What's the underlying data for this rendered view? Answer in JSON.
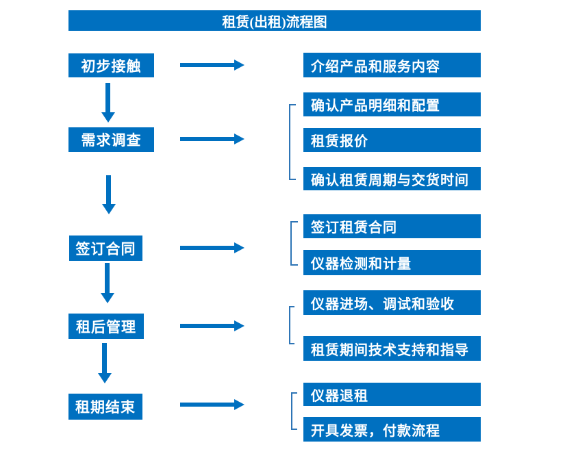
{
  "title": "租赁(出租)流程图",
  "colors": {
    "primary_blue": "#0070C0",
    "bracket_blue": "#2E75B6",
    "text": "#FFFFFF",
    "background": "#FFFFFF"
  },
  "flow": [
    {
      "step": "初步接触",
      "outputs": [
        "介绍产品和服务内容"
      ]
    },
    {
      "step": "需求调查",
      "outputs": [
        "确认产品明细和配置",
        "租赁报价",
        "确认租赁周期与交货时间"
      ]
    },
    {
      "step": "签订合同",
      "outputs": [
        "签订租赁合同",
        "仪器检测和计量"
      ]
    },
    {
      "step": "租后管理",
      "outputs": [
        "仪器进场、调试和验收",
        "租赁期间技术支持和指导"
      ]
    },
    {
      "step": "租期结束",
      "outputs": [
        "仪器退租",
        "开具发票，付款流程"
      ]
    }
  ]
}
